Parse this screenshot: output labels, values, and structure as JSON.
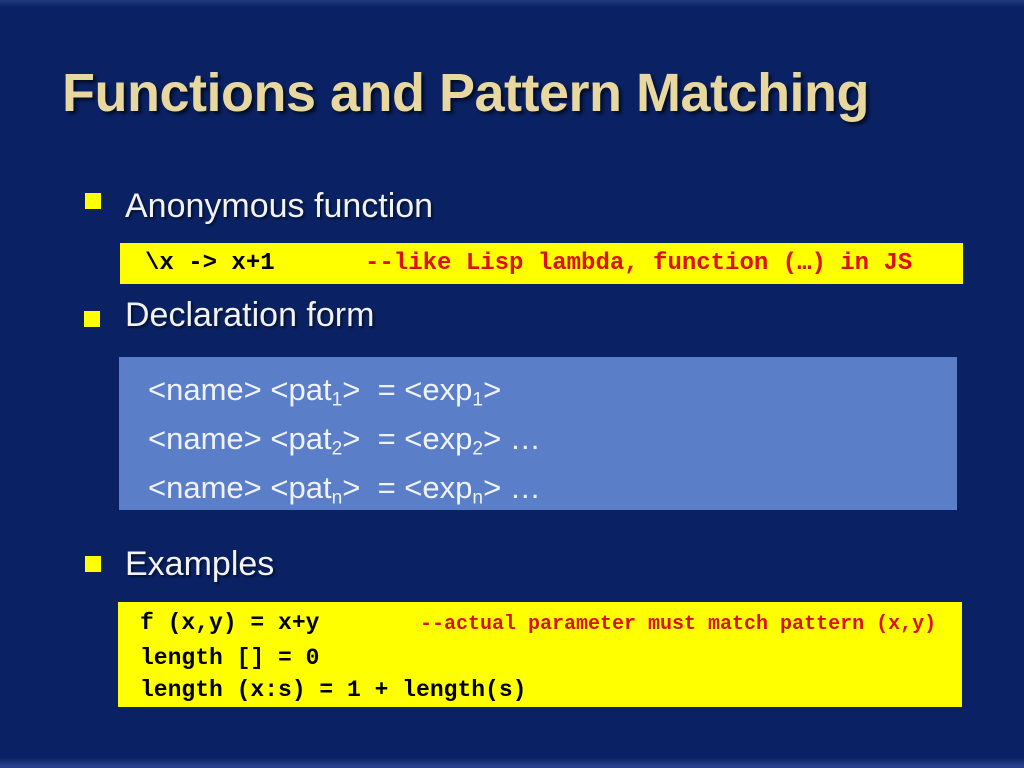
{
  "slide_title": "Functions and Pattern Matching",
  "sections": {
    "anonymous": {
      "heading": "Anonymous function",
      "code": "\\x -> x+1",
      "comment": "--like Lisp lambda, function (…) in JS"
    },
    "declaration": {
      "heading": "Declaration form",
      "lines": [
        [
          {
            "t": "<name> <pat"
          },
          {
            "s": "1"
          },
          {
            "t": ">  = <exp"
          },
          {
            "s": "1"
          },
          {
            "t": ">"
          }
        ],
        [
          {
            "t": "<name> <pat"
          },
          {
            "s": "2"
          },
          {
            "t": ">  = <exp"
          },
          {
            "s": "2"
          },
          {
            "t": "> …"
          }
        ],
        [
          {
            "t": "<name> <pat"
          },
          {
            "s": "n"
          },
          {
            "t": ">  = <exp"
          },
          {
            "s": "n"
          },
          {
            "t": "> …"
          }
        ]
      ]
    },
    "examples": {
      "heading": "Examples",
      "lines": [
        {
          "code": "f (x,y) = x+y",
          "comment": "--actual parameter must match pattern (x,y)"
        },
        {
          "code": "length [] = 0",
          "comment": ""
        },
        {
          "code": "length (x:s) = 1 + length(s)",
          "comment": ""
        }
      ]
    }
  },
  "colors": {
    "background": "#0A2264",
    "title": "#E8D79E",
    "heading_text": "#F2F2F2",
    "bullet": "#FFFF00",
    "code_box_bg": "#FFFF00",
    "code_text": "#000000",
    "comment_text": "#DD1010",
    "declaration_box_bg": "#5B7EC8",
    "declaration_text": "#F0F3FC"
  }
}
